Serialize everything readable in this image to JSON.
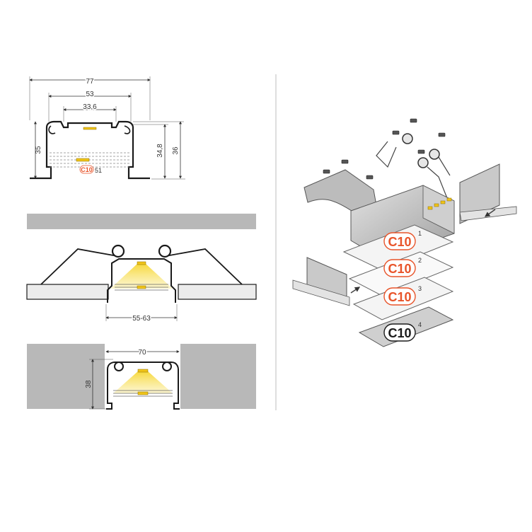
{
  "cross_section": {
    "dim_total_width": "77",
    "dim_inner_width": "53",
    "dim_channel_width": "33,6",
    "dim_height_left": "35",
    "dim_height_inner": "34,8",
    "dim_height_outer": "36",
    "cover_code": "C10",
    "cover_height": "51"
  },
  "install_drywall": {
    "dim_cutout": "55-63"
  },
  "install_plaster": {
    "dim_slot_width": "70",
    "dim_depth": "38"
  },
  "exploded_view": {
    "diffusers": [
      {
        "code": "C10",
        "number": "1"
      },
      {
        "code": "C10",
        "number": "2"
      },
      {
        "code": "C10",
        "number": "3"
      },
      {
        "code": "C10",
        "number": "4"
      }
    ]
  },
  "colors": {
    "accent": "#e8542a",
    "led_yellow": "#f3dc2a",
    "wall_gray": "#b7b7b7",
    "profile_gray": "#d4d4d4",
    "line": "#1a1a1a"
  }
}
